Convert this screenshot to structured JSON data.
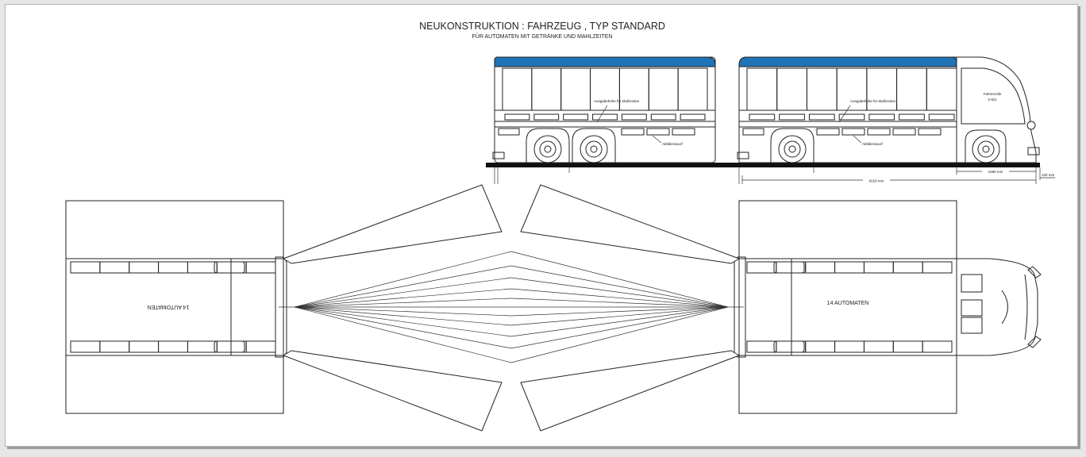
{
  "title": "NEUKONSTRUKTION : FAHRZEUG , TYP STANDARD",
  "subtitle": "FÜR AUTOMATEN MIT GETRÄNKE UND MAHLZEITEN",
  "side_view": {
    "label_dispense_trailer": "Ausgabehöhe für Mahlzeiten",
    "label_dispense_bus": "Ausgabehöhe für Mahlzeiten",
    "label_waste_trailer": "Abfalleinwurf",
    "label_waste_bus": "Abfalleinwurf",
    "label_cab_line1": "Fahrerzelle",
    "label_cab_line2": "3-Sitz",
    "dim_length": "6018 mm",
    "dim_cab": "1680 mm",
    "dim_overhang": "100 mm"
  },
  "top_view": {
    "trailer_label": "14 AUTOMATEN",
    "bus_label": "14 AUTOMATEN"
  },
  "colors": {
    "roof": "#1f73b7",
    "line": "#222222",
    "road": "#111111"
  }
}
